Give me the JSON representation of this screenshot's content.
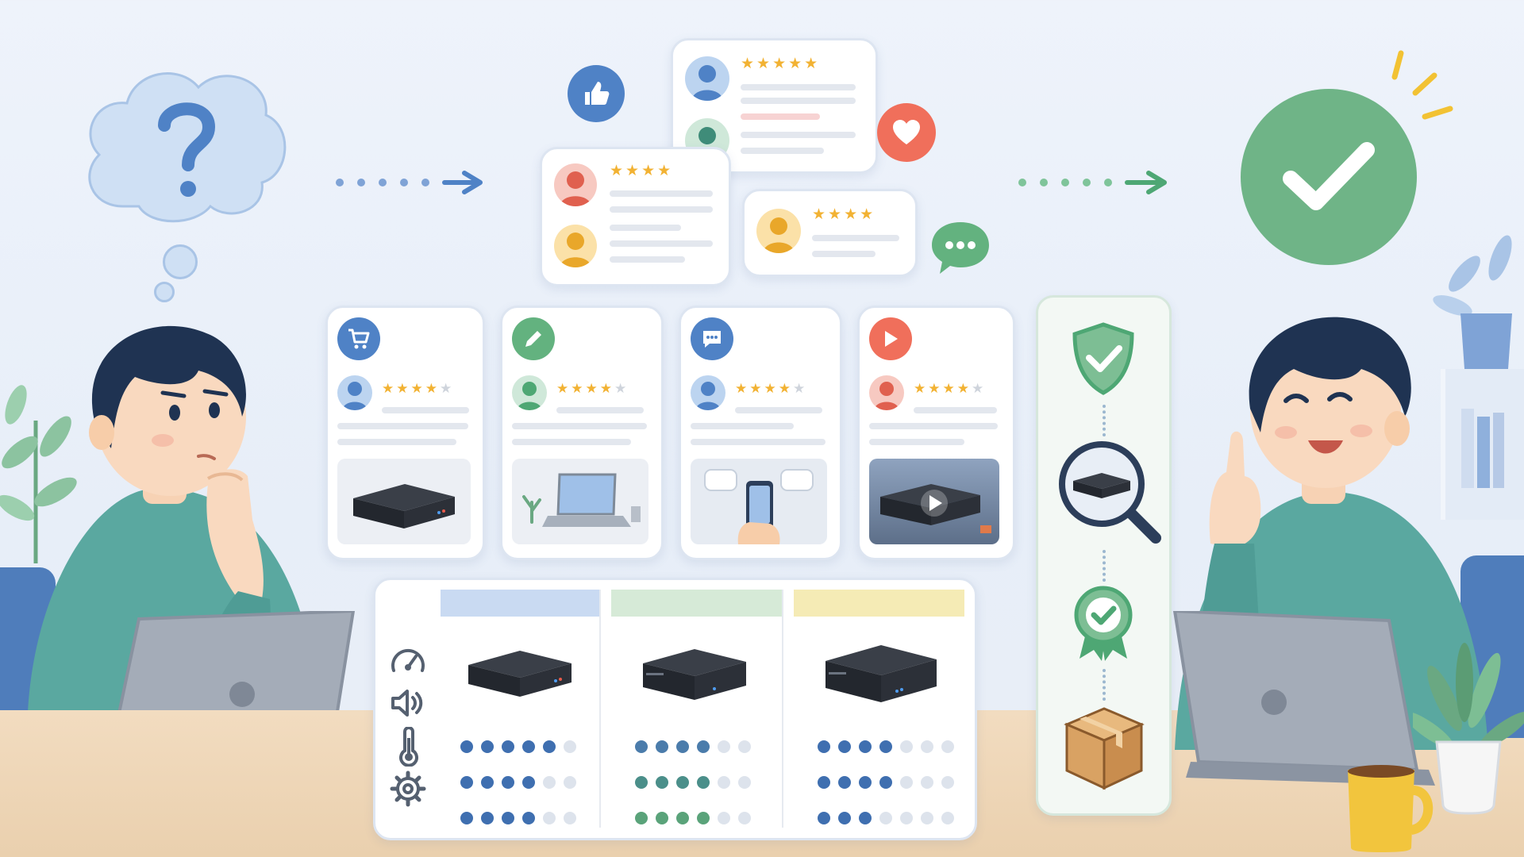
{
  "scene": {
    "description_visible_text": "",
    "colors": {
      "blue": "#4f82c6",
      "green": "#63b27f",
      "red": "#f06f5b",
      "yellow": "#f2b233",
      "teal_sweater": "#5aa8a0",
      "hair": "#1f3352"
    },
    "icons": [
      "question-mark-icon",
      "thumbs-up-icon",
      "heart-icon",
      "chat-bubble-icon",
      "checkmark-icon",
      "cart-icon",
      "pencil-icon",
      "message-icon",
      "play-icon",
      "shield-check-icon",
      "magnifier-icon",
      "award-badge-icon",
      "package-box-icon",
      "gauge-icon",
      "speaker-icon",
      "thermometer-icon",
      "gear-icon"
    ],
    "review_cards": [
      {
        "stars": 5
      },
      {
        "stars": 4
      },
      {
        "stars": 4
      }
    ],
    "source_cards": [
      {
        "icon": "cart-icon",
        "rating": 4.5
      },
      {
        "icon": "pencil-icon",
        "rating": 4.5
      },
      {
        "icon": "message-icon",
        "rating": 4.5
      },
      {
        "icon": "play-icon",
        "rating": 4
      }
    ],
    "comparison": {
      "criteria": [
        "gauge-icon",
        "speaker-icon",
        "thermometer-icon",
        "gear-icon"
      ],
      "products": [
        {
          "header_color": "#c9daf2",
          "scores": [
            5,
            4,
            4
          ]
        },
        {
          "header_color": "#d6ead7",
          "scores": [
            4,
            4,
            4
          ]
        },
        {
          "header_color": "#f5ebb5",
          "scores": [
            4,
            4,
            3
          ]
        }
      ]
    }
  }
}
